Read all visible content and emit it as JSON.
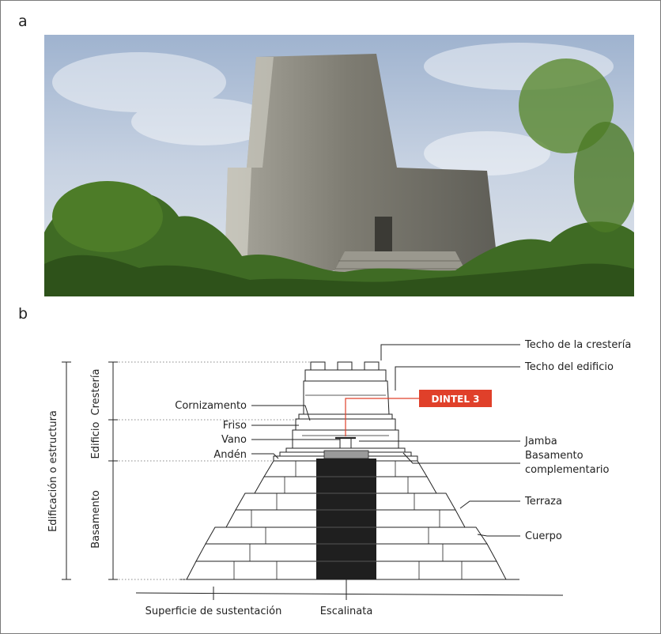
{
  "panels": {
    "a": "a",
    "b": "b"
  },
  "photo": {
    "alt": "Templo IV de Tikal entre la selva",
    "stone_color": "#7d7d75",
    "jungle_color": "#3f6b24",
    "sky_color": "#b9c8dc"
  },
  "diagram": {
    "labels": {
      "techo_cresteria": "Techo de la crestería",
      "techo_edificio": "Techo del edificio",
      "cornizamento": "Cornizamento",
      "dintel": "DINTEL 3",
      "friso": "Friso",
      "vano": "Vano",
      "jamba": "Jamba",
      "anden": "Andén",
      "basamento_comp_1": "Basamento",
      "basamento_comp_2": "complementario",
      "terraza": "Terraza",
      "cuerpo": "Cuerpo",
      "superficie": "Superficie de sustentación",
      "escalinata": "Escalinata"
    },
    "vertical_labels": {
      "edificacion": "Edificación o estructura",
      "cresteria": "Crestería",
      "edificio": "Edificio",
      "basamento": "Basamento"
    },
    "colors": {
      "dintel_accent": "#e0402a",
      "stair_dark": "#222222"
    }
  }
}
